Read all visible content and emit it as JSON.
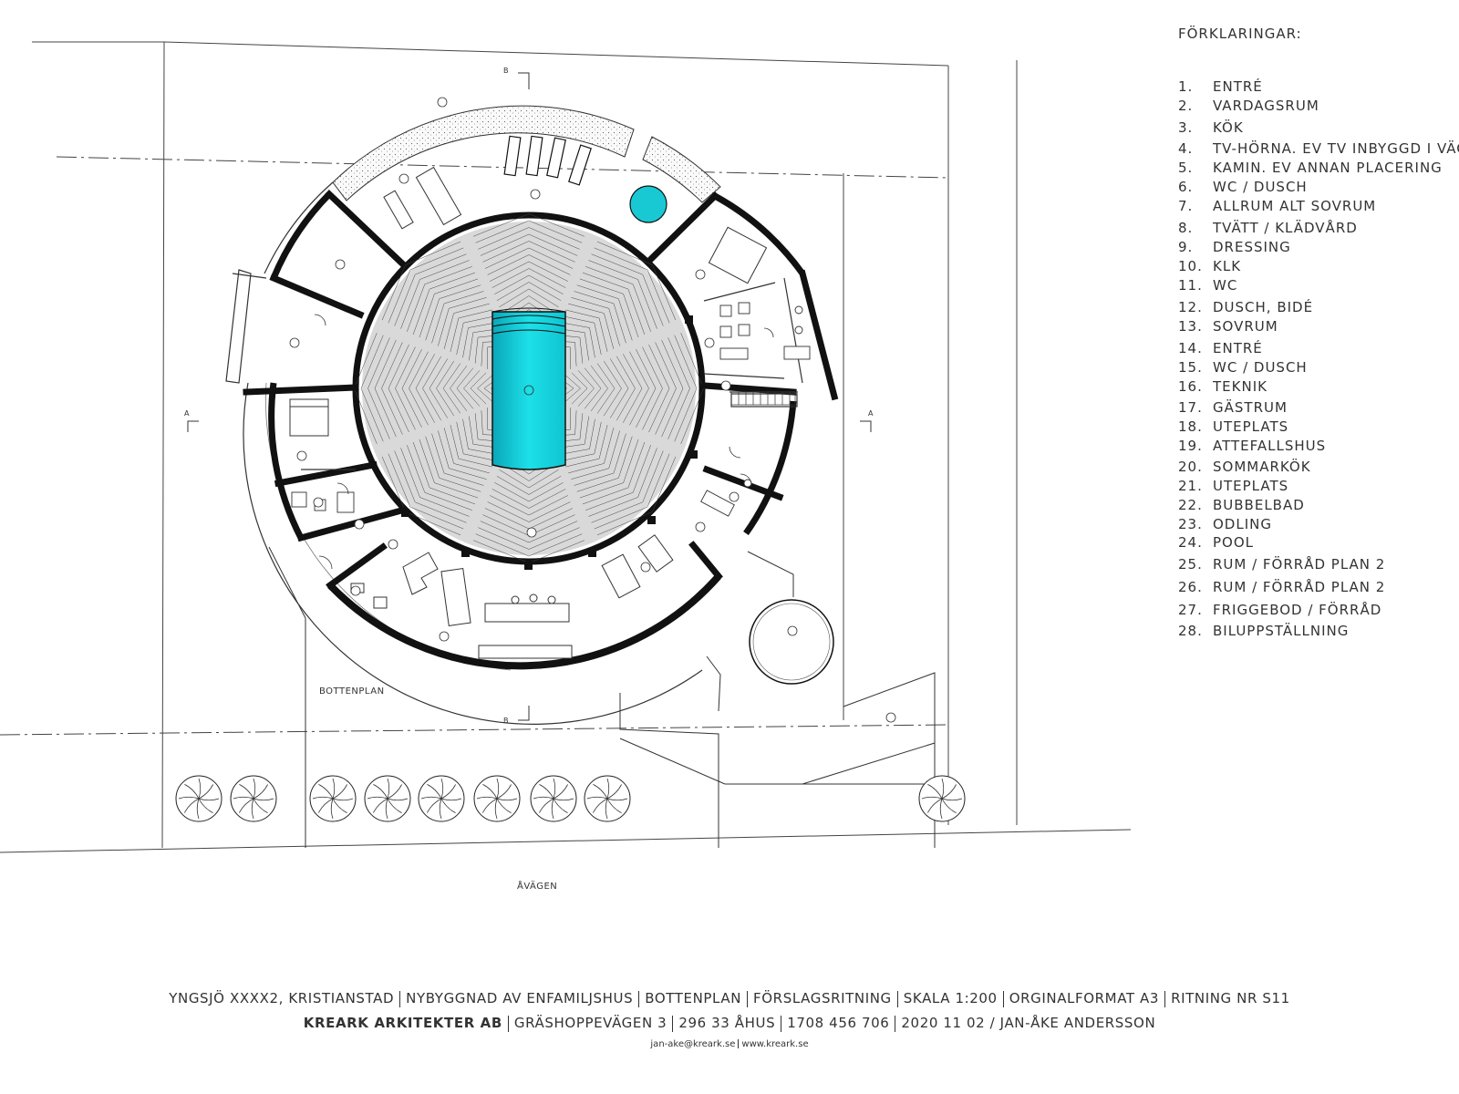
{
  "legend": {
    "title": "FÖRKLARINGAR:",
    "items": [
      {
        "num": "1.",
        "label": "ENTRÉ"
      },
      {
        "num": "2.",
        "label": "VARDAGSRUM"
      },
      {
        "num": "3.",
        "label": "KÖK"
      },
      {
        "num": "4.",
        "label": "TV-HÖRNA. EV TV INBYGGD I VÄGG."
      },
      {
        "num": "5.",
        "label": "KAMIN. EV ANNAN PLACERING"
      },
      {
        "num": "6.",
        "label": "WC / DUSCH"
      },
      {
        "num": "7.",
        "label": "ALLRUM ALT SOVRUM"
      },
      {
        "num": "8.",
        "label": "TVÄTT / KLÄDVÅRD"
      },
      {
        "num": "9.",
        "label": "DRESSING"
      },
      {
        "num": "10.",
        "label": "KLK"
      },
      {
        "num": "11.",
        "label": "WC"
      },
      {
        "num": "12.",
        "label": "DUSCH, BIDÉ"
      },
      {
        "num": "13.",
        "label": "SOVRUM"
      },
      {
        "num": "14.",
        "label": "ENTRÉ"
      },
      {
        "num": "15.",
        "label": "WC / DUSCH"
      },
      {
        "num": "16.",
        "label": "TEKNIK"
      },
      {
        "num": "17.",
        "label": "GÄSTRUM"
      },
      {
        "num": "18.",
        "label": "UTEPLATS"
      },
      {
        "num": "19.",
        "label": "ATTEFALLSHUS"
      },
      {
        "num": "20.",
        "label": "SOMMARKÖK"
      },
      {
        "num": "21.",
        "label": "UTEPLATS"
      },
      {
        "num": "22.",
        "label": "BUBBELBAD"
      },
      {
        "num": "23.",
        "label": "ODLING"
      },
      {
        "num": "24.",
        "label": "POOL"
      },
      {
        "num": "25.",
        "label": "RUM / FÖRRÅD PLAN 2"
      },
      {
        "num": "26.",
        "label": "RUM / FÖRRÅD PLAN 2"
      },
      {
        "num": "27.",
        "label": "FRIGGEBOD / FÖRRÅD"
      },
      {
        "num": "28.",
        "label": "BILUPPSTÄLLNING"
      }
    ]
  },
  "plan": {
    "floor_label": "BOTTENPLAN",
    "road_label": "ÅVÄGEN",
    "section_a": "A",
    "section_b": "B",
    "pool_color": "#19cfd6"
  },
  "titleblock": {
    "project": "YNGSJÖ XXXX2, KRISTIANSTAD",
    "type": "NYBYGGNAD AV ENFAMILJSHUS",
    "sheet": "BOTTENPLAN",
    "stage": "FÖRSLAGSRITNING",
    "scale": "SKALA 1:200",
    "format": "ORGINALFORMAT A3",
    "drawing_no": "RITNING NR S11",
    "company": "KREARK ARKITEKTER AB",
    "street": "GRÄSHOPPEVÄGEN 3",
    "city": "296 33 ÅHUS",
    "phone": "1708 456 706",
    "date_author": "2020 11 02 / JAN-ÅKE ANDERSSON",
    "email": "jan-ake@kreark.se",
    "web": "www.kreark.se"
  }
}
